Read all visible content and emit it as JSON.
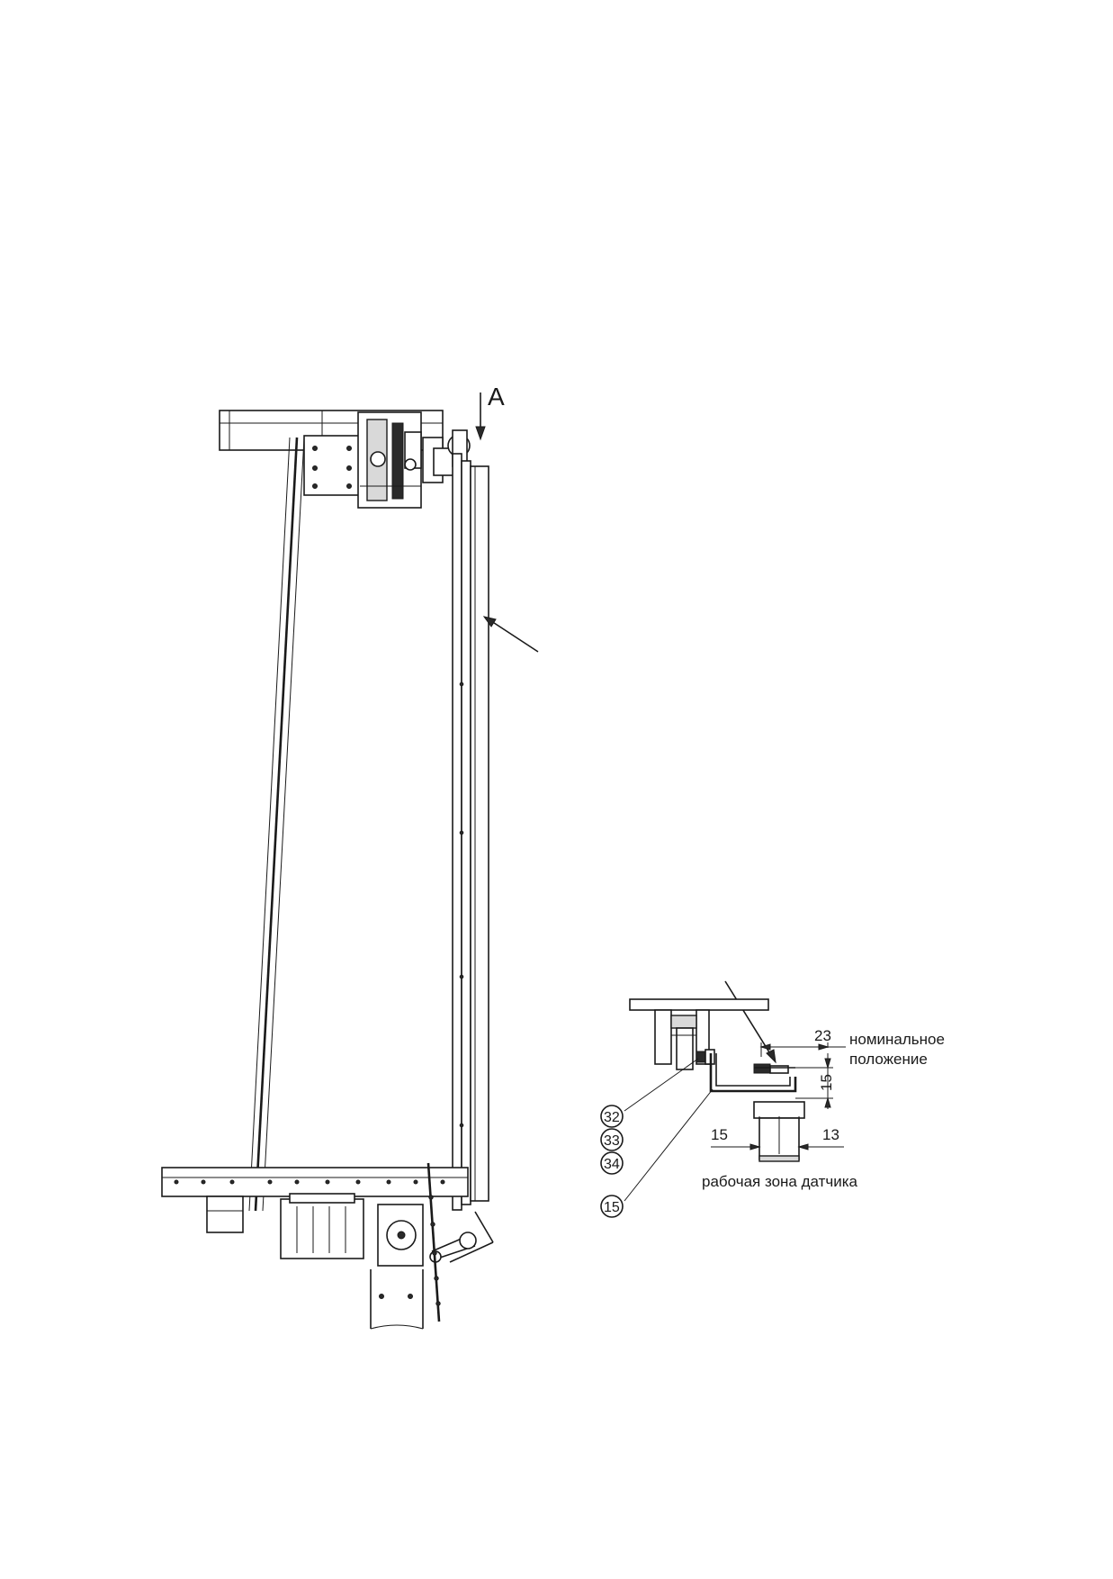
{
  "view_label": "A",
  "dimensions": {
    "top": "23",
    "side": "15",
    "bottom_left": "15",
    "bottom_right": "13"
  },
  "annotations": {
    "nominal_line1": "номинальное",
    "nominal_line2": "положение",
    "sensor_zone": "рабочая зона датчика"
  },
  "callouts": [
    "32",
    "33",
    "34",
    "15"
  ]
}
